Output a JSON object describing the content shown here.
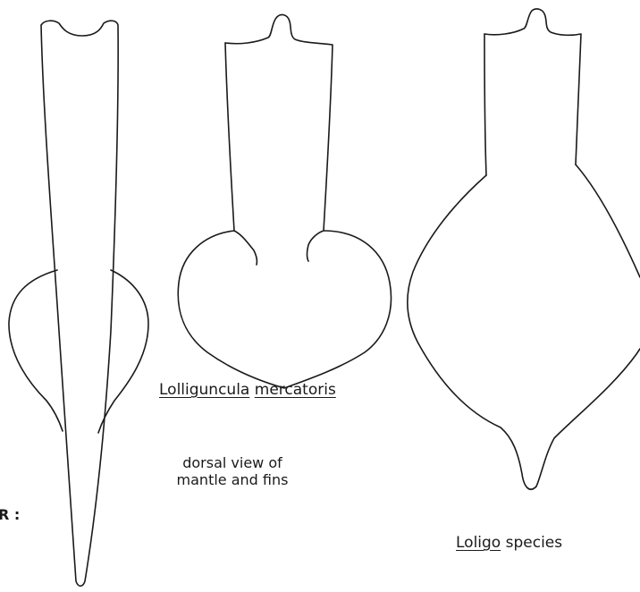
{
  "labels": {
    "lolliguncula_genus": "Lolliguncula",
    "lolliguncula_species": "mercatoris",
    "view_caption_line1": "dorsal view of",
    "view_caption_line2": "mantle and fins",
    "loligo_genus": "Loligo",
    "loligo_rest": "species",
    "clipped_fragment": "JR :"
  },
  "colors": {
    "line": "#1a1a1a",
    "background": "#ffffff"
  }
}
